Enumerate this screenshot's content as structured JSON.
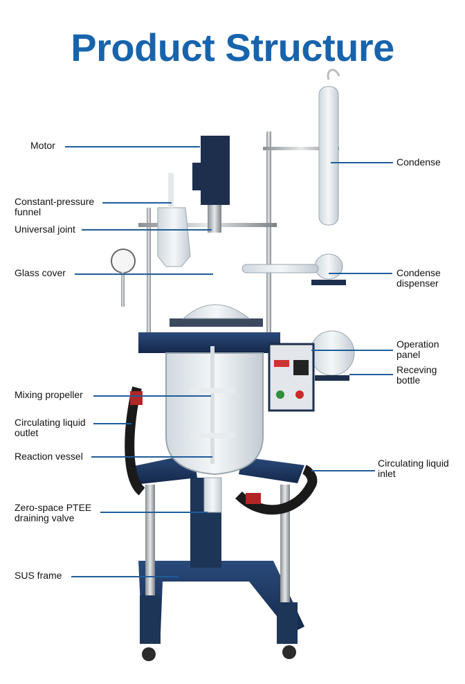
{
  "title": "Product Structure",
  "labels": {
    "motor": "Motor",
    "funnel_1": "Constant-pressure",
    "funnel_2": "funnel",
    "universal_joint": "Universal joint",
    "glass_cover": "Glass cover",
    "mixing_propeller": "Mixing propeller",
    "circ_outlet_1": "Circulating liquid",
    "circ_outlet_2": "outlet",
    "reaction_vessel": "Reaction vessel",
    "valve_1": "Zero-space PTEE",
    "valve_2": "draining valve",
    "sus_frame": "SUS frame",
    "condense": "Condense",
    "dispenser_1": "Condense",
    "dispenser_2": "dispenser",
    "panel_1": "Operation",
    "panel_2": "panel",
    "bottle_1": "Receving",
    "bottle_2": "bottle",
    "circ_inlet_1": "Circulating liquid",
    "circ_inlet_2": "inlet"
  },
  "colors": {
    "title": "#1764ad",
    "leader": "#1f5c9a",
    "frame": "#1d3557",
    "hose": "#1a1a1a"
  }
}
